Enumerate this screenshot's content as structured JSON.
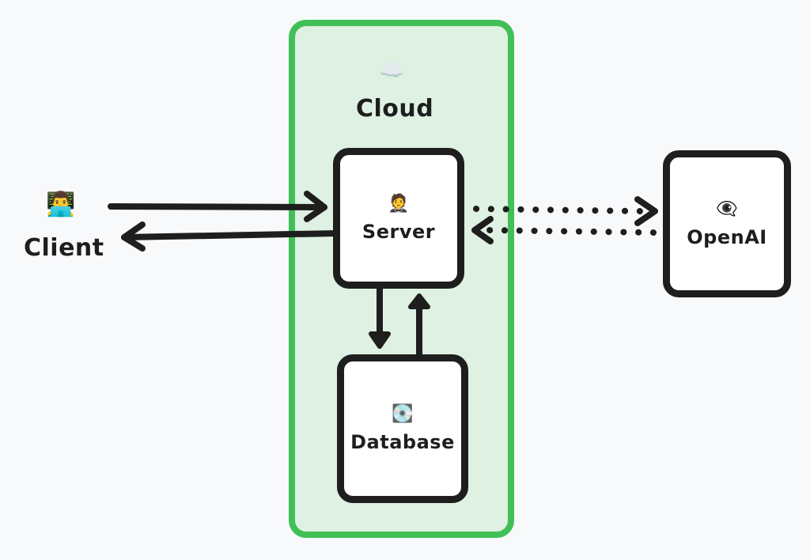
{
  "diagram": {
    "groups": {
      "cloud": {
        "label": "Cloud",
        "icon": "cloud-icon",
        "emoji": "☁️",
        "border_color": "#40c057",
        "fill_color": "#dff1e2"
      }
    },
    "nodes": {
      "client": {
        "label": "Client",
        "icon": "technologist-icon",
        "emoji": "👨‍💻"
      },
      "server": {
        "label": "Server",
        "icon": "person-in-tuxedo-icon",
        "emoji": "🤵"
      },
      "database": {
        "label": "Database",
        "icon": "disk-icon",
        "emoji": "💽"
      },
      "openai": {
        "label": "OpenAI",
        "icon": "eye-in-speech-bubble-icon",
        "emoji": "👁️‍🗨️"
      }
    },
    "edges": [
      {
        "from": "Client",
        "to": "Server",
        "style": "solid"
      },
      {
        "from": "Server",
        "to": "Client",
        "style": "solid"
      },
      {
        "from": "Server",
        "to": "Database",
        "style": "solid"
      },
      {
        "from": "Database",
        "to": "Server",
        "style": "solid"
      },
      {
        "from": "Server",
        "to": "OpenAI",
        "style": "dotted"
      },
      {
        "from": "OpenAI",
        "to": "Server",
        "style": "dotted"
      }
    ],
    "stroke_color": "#1e1e1e",
    "background_color": "#f8f9fa"
  }
}
